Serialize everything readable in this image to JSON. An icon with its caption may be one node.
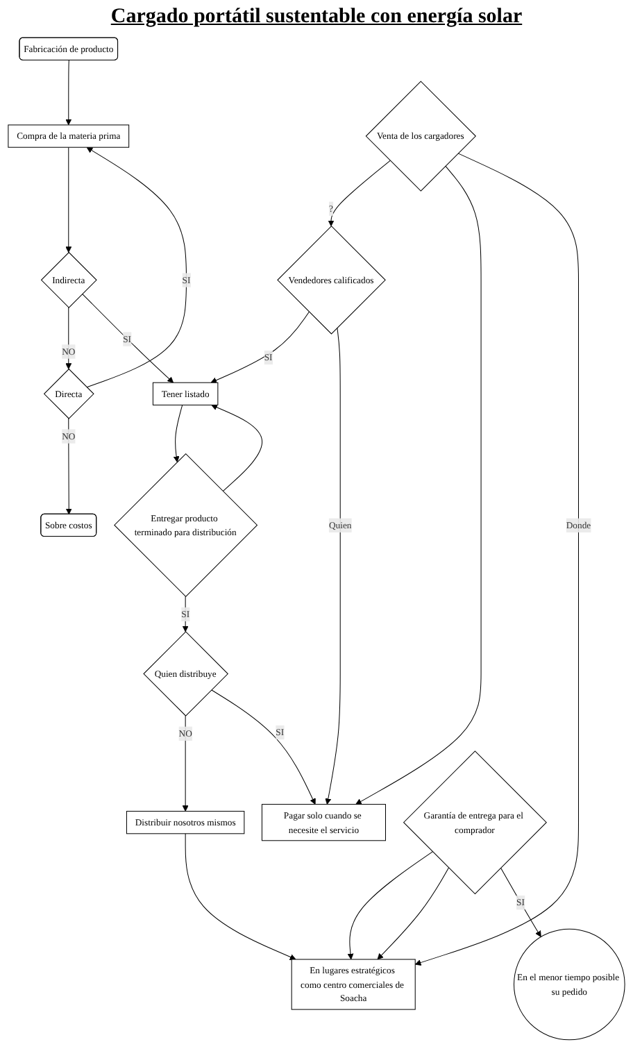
{
  "diagram": {
    "title": "Cargado portátil sustentable con energía solar",
    "nodes": [
      {
        "text": [
          "Fabricación de producto"
        ]
      },
      {
        "text": [
          "Compra de la materia prima"
        ]
      },
      {
        "text": [
          "Indirecta"
        ]
      },
      {
        "text": [
          "Directa"
        ]
      },
      {
        "text": [
          "Tener listado"
        ]
      },
      {
        "text": [
          "Sobre costos"
        ]
      },
      {
        "text": [
          "Entregar producto terminado para distribución"
        ]
      },
      {
        "text": [
          "Quien distribuye"
        ]
      },
      {
        "text": [
          "Distribuir nosotros mismos"
        ]
      },
      {
        "text": [
          "Pagar solo cuando se necesite el servicio"
        ]
      },
      {
        "text": [
          "Vendedores calificados"
        ]
      },
      {
        "text": [
          "Venta de los cargadores"
        ]
      },
      {
        "text": [
          "En lugares estratégicos como centro comerciales de Soacha"
        ]
      },
      {
        "text": [
          "Garantía de entrega para el comprador"
        ]
      },
      {
        "text": [
          "En el menor tiempo posible su pedido"
        ]
      }
    ],
    "edges": [
      {
        "from": 0,
        "to": 1,
        "arrow": "to"
      },
      {
        "from": 1,
        "to": 2,
        "arrow": "to"
      },
      {
        "from": 2,
        "to": 3,
        "arrow": "to",
        "label": "NO"
      },
      {
        "from": 3,
        "to": 1,
        "arrow": "to",
        "label": "SI"
      },
      {
        "from": 2,
        "to": 4,
        "arrow": "to",
        "label": "SI"
      },
      {
        "from": 3,
        "to": 5,
        "arrow": "to",
        "label": "NO"
      },
      {
        "from": 4,
        "to": 6,
        "arrow": "to"
      },
      {
        "from": 6,
        "to": 4,
        "arrow": "to"
      },
      {
        "from": 6,
        "to": 7,
        "arrow": "to",
        "label": "SI"
      },
      {
        "from": 7,
        "to": 8,
        "arrow": "to",
        "label": "NO"
      },
      {
        "from": 7,
        "to": 9,
        "arrow": "to",
        "label": "SI"
      },
      {
        "from": 10,
        "to": 4,
        "arrow": "to",
        "label": "SI"
      },
      {
        "from": 10,
        "to": 9,
        "arrow": "to",
        "label": "Quien"
      },
      {
        "from": 11,
        "to": 10,
        "arrow": "to",
        "label": "?"
      },
      {
        "from": 11,
        "to": 9,
        "arrow": "to"
      },
      {
        "from": 11,
        "to": 12,
        "arrow": "to",
        "label": "Donde"
      },
      {
        "from": 8,
        "to": 12,
        "arrow": "to"
      },
      {
        "from": 13,
        "to": 12,
        "arrow": "to"
      },
      {
        "from": 13,
        "to": 12,
        "arrow": "to"
      },
      {
        "from": 13,
        "to": 14,
        "arrow": "to",
        "label": "SI"
      }
    ]
  }
}
